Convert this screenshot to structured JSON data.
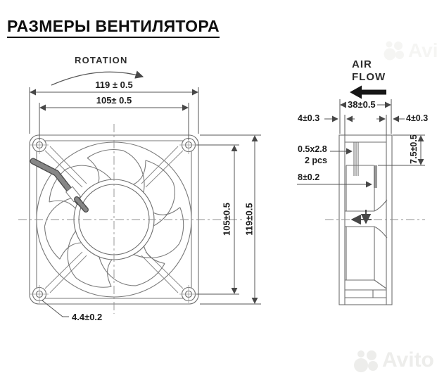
{
  "title": "РАЗМЕРЫ ВЕНТИЛЯТОРА",
  "front_view": {
    "rotation_label": "ROTATION",
    "dim_width_outer": "119 ± 0.5",
    "dim_width_inner": "105± 0.5",
    "dim_height_inner": "105±0.5",
    "dim_height_outer": "119±0.5",
    "dim_mount_hole": "4.4±0.2"
  },
  "side_view": {
    "airflow_line1": "AIR",
    "airflow_line2": "FLOW",
    "dim_depth": "38±0.5",
    "dim_flange_left": "4±0.3",
    "dim_flange_right": "4±0.3",
    "dim_terminal_offset": "7.5±0.5",
    "terminal_size": "0.5x2.8",
    "terminal_qty": "2 pcs",
    "dim_terminal_pitch": "8±0.2"
  },
  "watermark": {
    "brand": "Avito"
  },
  "colors": {
    "line": "#6e6e6e",
    "dimension_line": "#555555",
    "text": "#1c1c1c",
    "solid_arrow": "#161616",
    "watermark": "#ededeb",
    "background": "#ffffff"
  }
}
